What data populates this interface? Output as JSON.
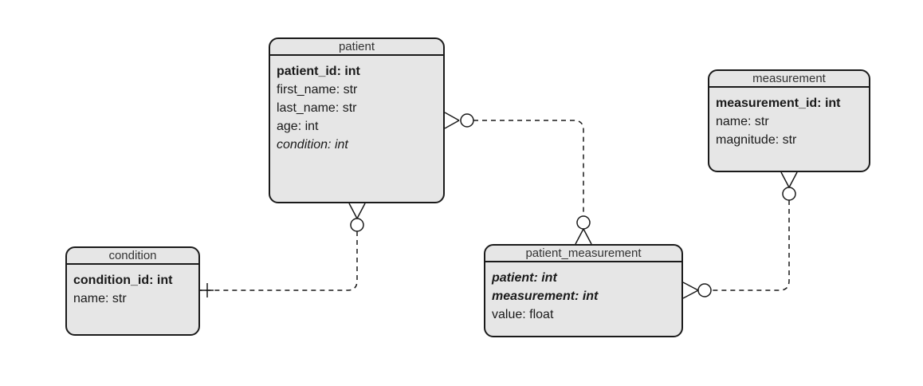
{
  "diagram": {
    "colors": {
      "entity_fill": "#e6e6e6",
      "border": "#1a1a1a",
      "title_text": "#333333"
    },
    "entities": {
      "patient": {
        "title": "patient",
        "attributes": [
          {
            "text": "patient_id: int",
            "style": "pk"
          },
          {
            "text": "first_name: str",
            "style": "normal"
          },
          {
            "text": "last_name: str",
            "style": "normal"
          },
          {
            "text": "age: int",
            "style": "normal"
          },
          {
            "text": "condition: int",
            "style": "fk"
          }
        ]
      },
      "measurement": {
        "title": "measurement",
        "attributes": [
          {
            "text": "measurement_id: int",
            "style": "pk"
          },
          {
            "text": "name: str",
            "style": "normal"
          },
          {
            "text": "magnitude: str",
            "style": "normal"
          }
        ]
      },
      "condition": {
        "title": "condition",
        "attributes": [
          {
            "text": "condition_id: int",
            "style": "pk"
          },
          {
            "text": "name: str",
            "style": "normal"
          }
        ]
      },
      "patient_measurement": {
        "title": "patient_measurement",
        "attributes": [
          {
            "text": "patient: int",
            "style": "pk fk"
          },
          {
            "text": "measurement: int",
            "style": "pk fk"
          },
          {
            "text": "value: float",
            "style": "normal"
          }
        ]
      }
    },
    "relationships": [
      {
        "from": "patient",
        "to": "patient_measurement",
        "from_end": "zero-or-many",
        "to_end": "zero-or-many",
        "line": "dashed"
      },
      {
        "from": "patient",
        "to": "condition",
        "from_end": "zero-or-many",
        "to_end": "one",
        "line": "dashed"
      },
      {
        "from": "measurement",
        "to": "patient_measurement",
        "from_end": "zero-or-many",
        "to_end": "zero-or-many",
        "line": "dashed"
      }
    ]
  }
}
